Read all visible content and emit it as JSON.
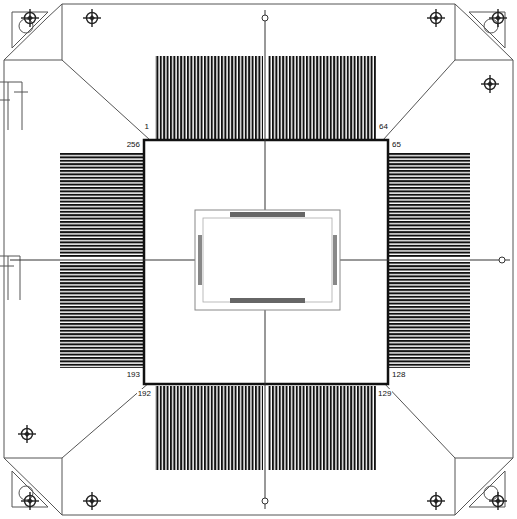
{
  "diagram": {
    "labels": [
      "1",
      "64",
      "256",
      "65",
      "193",
      "192",
      "128",
      "129"
    ]
  }
}
